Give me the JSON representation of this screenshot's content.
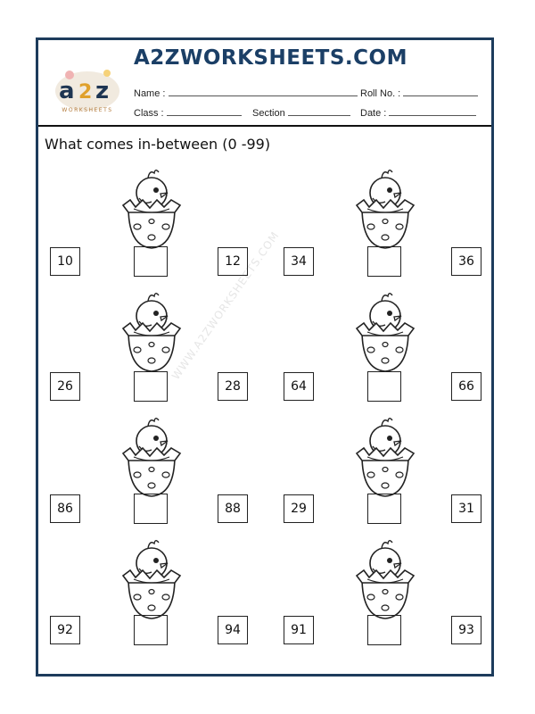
{
  "header": {
    "site_title": "A2ZWORKSHEETS.COM",
    "logo_caption": "WORKSHEETS",
    "name_label": "Name :",
    "roll_label": "Roll No. :",
    "class_label": "Class :",
    "section_label": "Section",
    "date_label": "Date :"
  },
  "instruction": "What comes in-between (0 -99)",
  "watermark": "WWW.A2ZWORKSHEETS.COM",
  "problems": [
    {
      "before": "10",
      "after": "12"
    },
    {
      "before": "34",
      "after": "36"
    },
    {
      "before": "26",
      "after": "28"
    },
    {
      "before": "64",
      "after": "66"
    },
    {
      "before": "86",
      "after": "88"
    },
    {
      "before": "29",
      "after": "31"
    },
    {
      "before": "92",
      "after": "94"
    },
    {
      "before": "91",
      "after": "93"
    }
  ]
}
